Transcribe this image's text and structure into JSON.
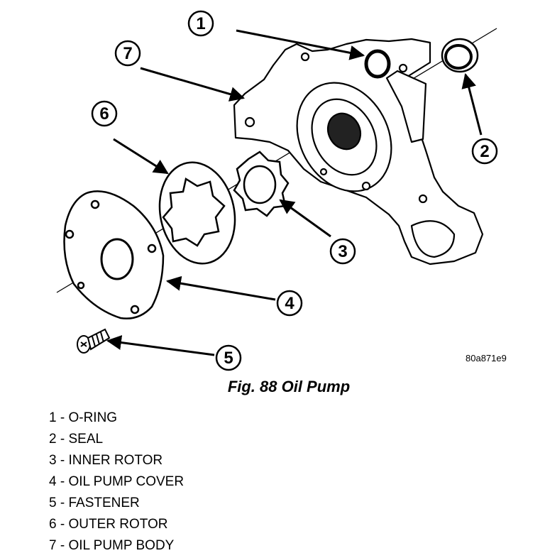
{
  "callouts": [
    "1",
    "2",
    "3",
    "4",
    "5",
    "6",
    "7"
  ],
  "figure_code": "80a871e9",
  "caption": "Fig. 88 Oil Pump",
  "legend": [
    {
      "num": "1",
      "label": "O-RING"
    },
    {
      "num": "2",
      "label": "SEAL"
    },
    {
      "num": "3",
      "label": "INNER ROTOR"
    },
    {
      "num": "4",
      "label": "OIL PUMP COVER"
    },
    {
      "num": "5",
      "label": "FASTENER"
    },
    {
      "num": "6",
      "label": "OUTER ROTOR"
    },
    {
      "num": "7",
      "label": "OIL PUMP BODY"
    }
  ]
}
